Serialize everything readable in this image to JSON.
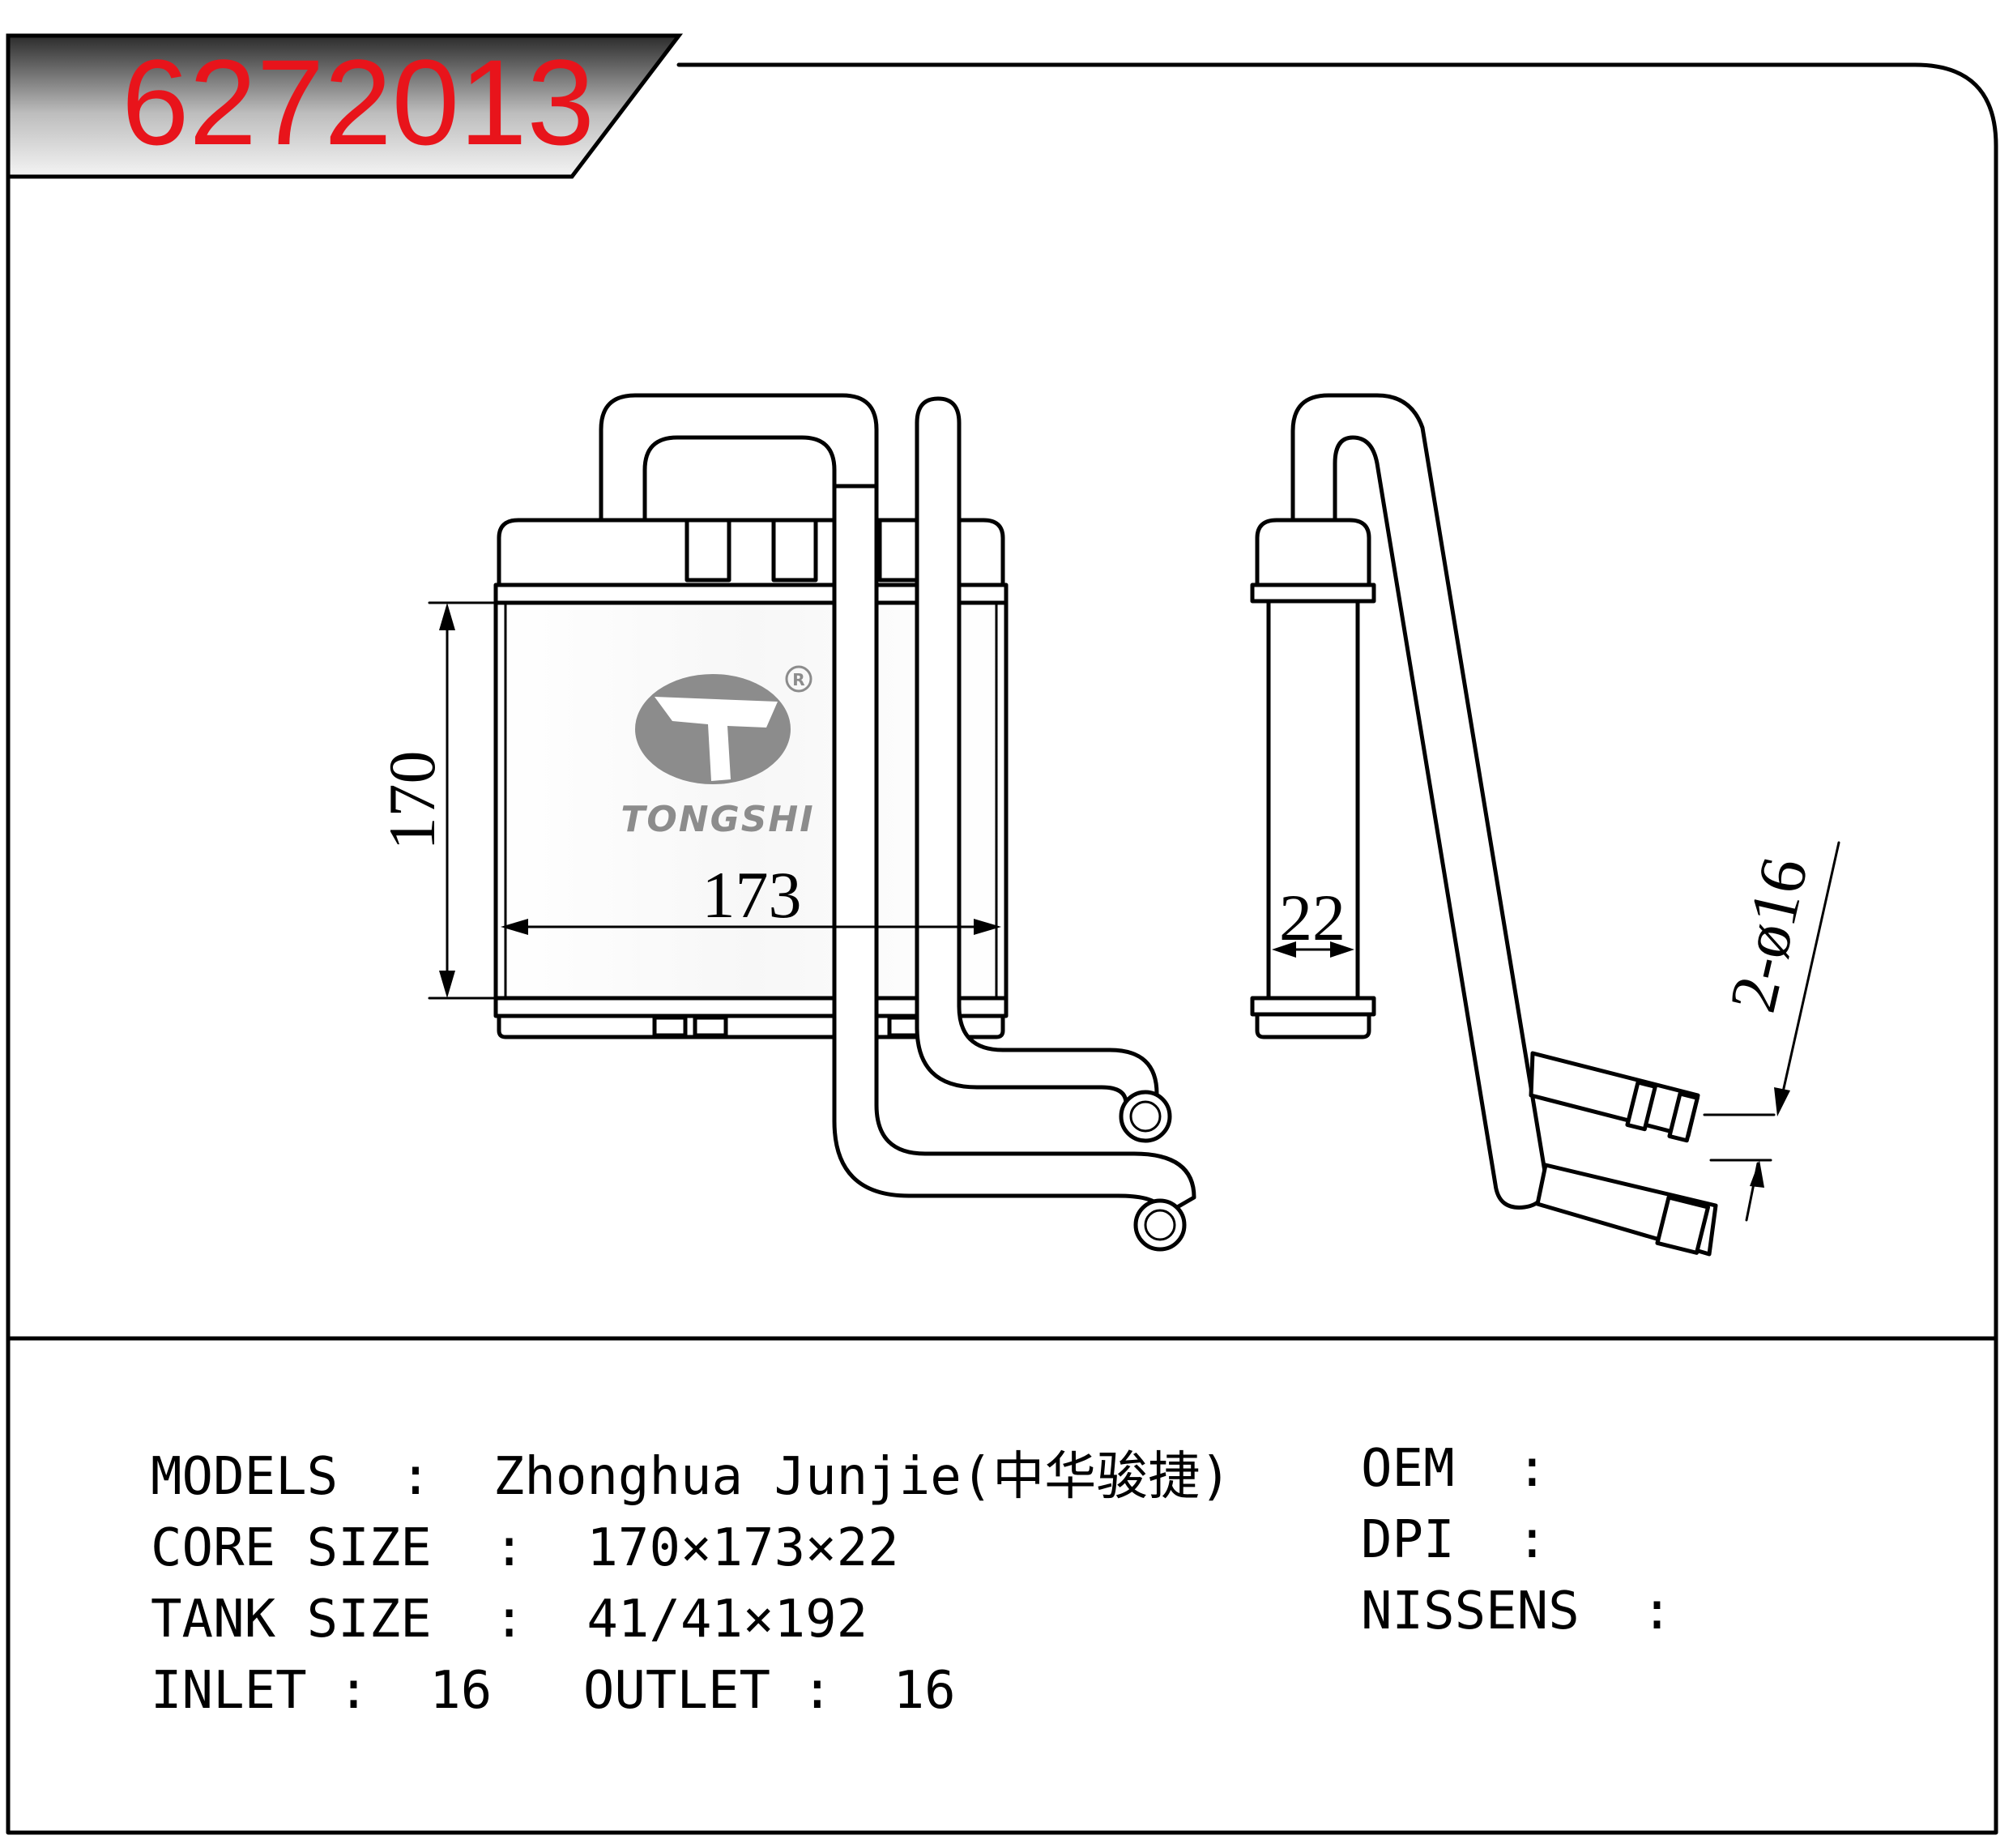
{
  "part_number": "6272013",
  "brand": {
    "name": "TONGSHI",
    "registered_mark": "R",
    "logo_color": "#8c8c8c"
  },
  "colors": {
    "part_number": "#e8141b",
    "line": "#000000",
    "header_band_dark": "#2b2b2b",
    "header_band_light": "#f2f2f2"
  },
  "dimensions": {
    "height": "170",
    "width": "173",
    "depth": "22",
    "pipe": "2-ø16"
  },
  "specs": {
    "models_label": "MODELS",
    "models_value": "Zhonghua Junjie(中华骏捷)",
    "core_size_label": "CORE SIZE",
    "core_size_value": "170×173×22",
    "tank_size_label": "TANK SIZE",
    "tank_size_value": "41/41×192",
    "inlet_label": "INLET",
    "inlet_value": "16",
    "outlet_label": "OUTLET",
    "outlet_value": "16",
    "separator": ":"
  },
  "references": {
    "oem_label": "OEM",
    "oem_value": "",
    "dpi_label": "DPI",
    "dpi_value": "",
    "nissens_label": "NISSENS",
    "nissens_value": ""
  }
}
